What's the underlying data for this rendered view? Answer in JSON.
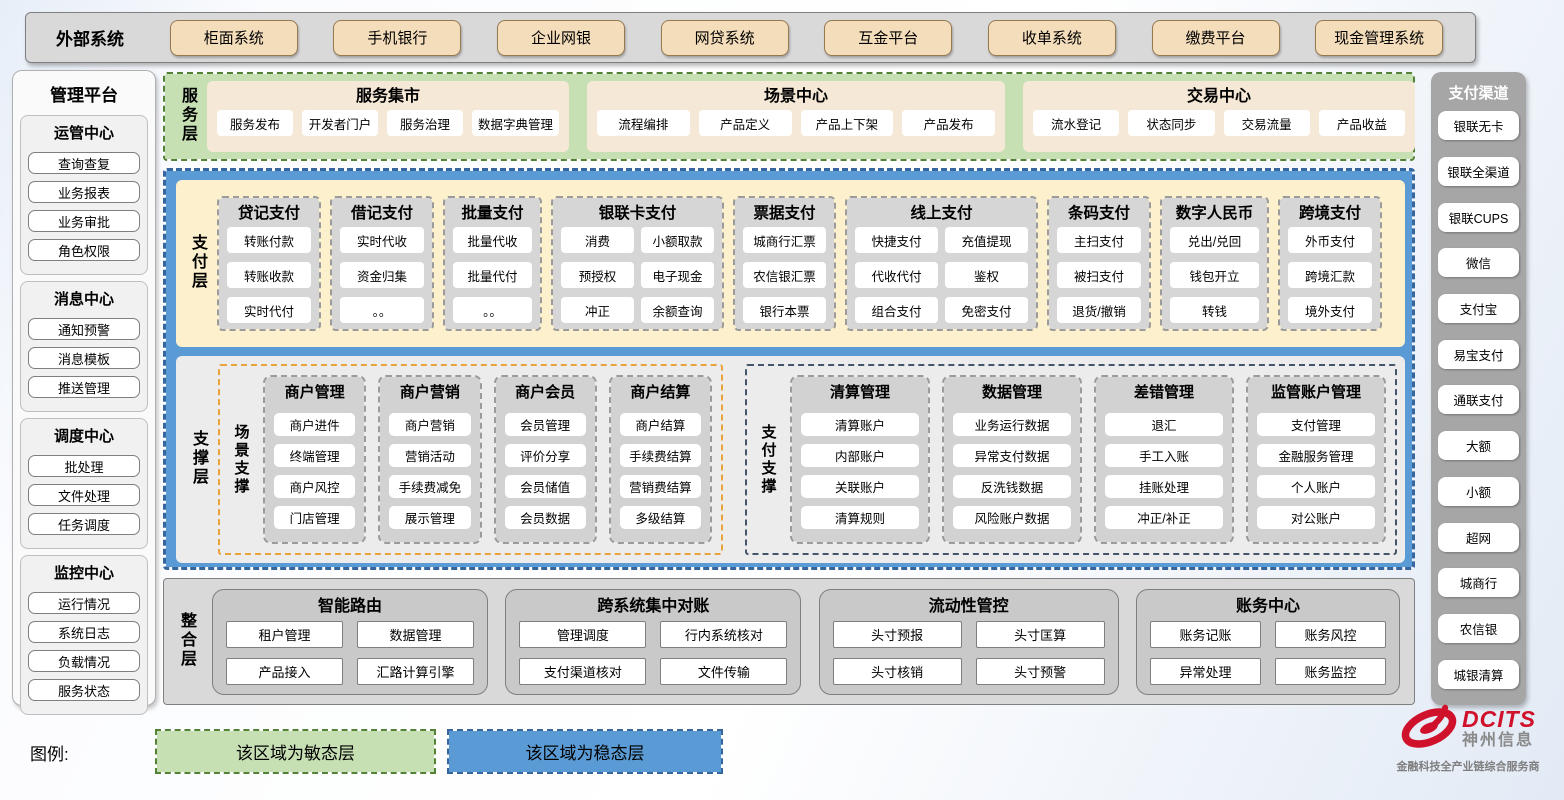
{
  "external_systems": {
    "title": "外部系统",
    "items": [
      "柜面系统",
      "手机银行",
      "企业网银",
      "网贷系统",
      "互金平台",
      "收单系统",
      "缴费平台",
      "现金管理系统"
    ]
  },
  "management_platform": {
    "title": "管理平台",
    "groups": [
      {
        "title": "运管中心",
        "items": [
          "查询查复",
          "业务报表",
          "业务审批",
          "角色权限"
        ]
      },
      {
        "title": "消息中心",
        "items": [
          "通知预警",
          "消息模板",
          "推送管理"
        ]
      },
      {
        "title": "调度中心",
        "items": [
          "批处理",
          "文件处理",
          "任务调度"
        ]
      },
      {
        "title": "监控中心",
        "items": [
          "运行情况",
          "系统日志",
          "负载情况",
          "服务状态"
        ]
      }
    ]
  },
  "service_layer": {
    "label": "服务层",
    "groups": [
      {
        "title": "服务集市",
        "items": [
          "服务发布",
          "开发者门户",
          "服务治理",
          "数据字典管理"
        ]
      },
      {
        "title": "场景中心",
        "items": [
          "流程编排",
          "产品定义",
          "产品上下架",
          "产品发布"
        ]
      },
      {
        "title": "交易中心",
        "items": [
          "流水登记",
          "状态同步",
          "交易流量",
          "产品收益"
        ]
      }
    ]
  },
  "payment_layer": {
    "label": "支付层",
    "groups": [
      {
        "title": "贷记支付",
        "cols": 1,
        "items": [
          "转账付款",
          "转账收款",
          "实时代付"
        ]
      },
      {
        "title": "借记支付",
        "cols": 1,
        "items": [
          "实时代收",
          "资金归集",
          "。。"
        ]
      },
      {
        "title": "批量支付",
        "cols": 1,
        "items": [
          "批量代收",
          "批量代付",
          "。。"
        ]
      },
      {
        "title": "银联卡支付",
        "cols": 2,
        "items": [
          "消费",
          "小额取款",
          "预授权",
          "电子现金",
          "冲正",
          "余额查询"
        ]
      },
      {
        "title": "票据支付",
        "cols": 1,
        "items": [
          "城商行汇票",
          "农信银汇票",
          "银行本票"
        ]
      },
      {
        "title": "线上支付",
        "cols": 2,
        "items": [
          "快捷支付",
          "充值提现",
          "代收代付",
          "鉴权",
          "组合支付",
          "免密支付"
        ]
      },
      {
        "title": "条码支付",
        "cols": 1,
        "items": [
          "主扫支付",
          "被扫支付",
          "退货/撤销"
        ]
      },
      {
        "title": "数字人民币",
        "cols": 1,
        "items": [
          "兑出/兑回",
          "钱包开立",
          "转钱"
        ]
      },
      {
        "title": "跨境支付",
        "cols": 1,
        "items": [
          "外币支付",
          "跨境汇款",
          "境外支付"
        ]
      }
    ]
  },
  "support_layer": {
    "label": "支撑层",
    "sections": [
      {
        "label": "场景支撑",
        "accent": "#e8a33d",
        "groups": [
          {
            "title": "商户管理",
            "items": [
              "商户进件",
              "终端管理",
              "商户风控",
              "门店管理"
            ]
          },
          {
            "title": "商户营销",
            "items": [
              "商户营销",
              "营销活动",
              "手续费减免",
              "展示管理"
            ]
          },
          {
            "title": "商户会员",
            "items": [
              "会员管理",
              "评价分享",
              "会员储值",
              "会员数据"
            ]
          },
          {
            "title": "商户结算",
            "items": [
              "商户结算",
              "手续费结算",
              "营销费结算",
              "多级结算"
            ]
          }
        ]
      },
      {
        "label": "支付支撑",
        "accent": "#44546a",
        "groups": [
          {
            "title": "清算管理",
            "items": [
              "清算账户",
              "内部账户",
              "关联账户",
              "清算规则"
            ]
          },
          {
            "title": "数据管理",
            "items": [
              "业务运行数据",
              "异常支付数据",
              "反洗钱数据",
              "风险账户数据"
            ]
          },
          {
            "title": "差错管理",
            "items": [
              "退汇",
              "手工入账",
              "挂账处理",
              "冲正/补正"
            ]
          },
          {
            "title": "监管账户管理",
            "items": [
              "支付管理",
              "金融服务管理",
              "个人账户",
              "对公账户"
            ]
          }
        ]
      }
    ]
  },
  "integration_layer": {
    "label": "整合层",
    "groups": [
      {
        "title": "智能路由",
        "items": [
          "租户管理",
          "数据管理",
          "产品接入",
          "汇路计算引擎"
        ]
      },
      {
        "title": "跨系统集中对账",
        "items": [
          "管理调度",
          "行内系统核对",
          "支付渠道核对",
          "文件传输"
        ]
      },
      {
        "title": "流动性管控",
        "items": [
          "头寸预报",
          "头寸匡算",
          "头寸核销",
          "头寸预警"
        ]
      },
      {
        "title": "账务中心",
        "items": [
          "账务记账",
          "账务风控",
          "异常处理",
          "账务监控"
        ]
      }
    ]
  },
  "payment_channels": {
    "title": "支付渠道",
    "items": [
      "银联无卡",
      "银联全渠道",
      "银联CUPS",
      "微信",
      "支付宝",
      "易宝支付",
      "通联支付",
      "大额",
      "小额",
      "超网",
      "城商行",
      "农信银",
      "城银清算"
    ]
  },
  "legend": {
    "label": "图例:",
    "agile": "该区域为敏态层",
    "stable": "该区域为稳态层"
  },
  "logo": {
    "brand": "DCITS",
    "company": "神州信息",
    "tagline": "金融科技全产业链综合服务商"
  },
  "colors": {
    "agile_green": "#c6e0b4",
    "agile_border": "#538135",
    "stable_blue": "#5b9bd5",
    "stable_border": "#36669d",
    "scene_support_accent": "#e8a33d",
    "payment_support_accent": "#44546a",
    "brand_red": "#d0112b"
  }
}
